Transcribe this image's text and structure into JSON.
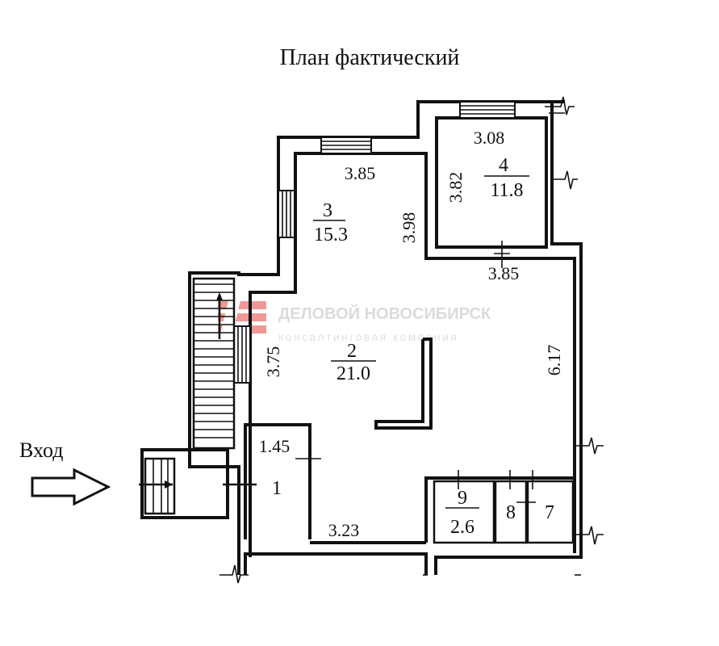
{
  "title": "План фактический",
  "entrance_label": "Вход",
  "watermark": {
    "line1": "ДЕЛОВОЙ НОВОСИБИРСК",
    "line2": "консалтинговая компания",
    "color": "#e2453f"
  },
  "rooms": [
    {
      "id": "1",
      "area": ""
    },
    {
      "id": "2",
      "area": "21.0"
    },
    {
      "id": "3",
      "area": "15.3"
    },
    {
      "id": "4",
      "area": "11.8"
    },
    {
      "id": "7",
      "area": ""
    },
    {
      "id": "8",
      "area": ""
    },
    {
      "id": "9",
      "area": "2.6"
    }
  ],
  "dimensions": {
    "room3_width": "3.85",
    "room3_depth": "3.98",
    "room4_width": "3.08",
    "room4_depth": "3.82",
    "room4_bottom": "3.85",
    "room2_height": "3.75",
    "right_length": "6.17",
    "room1_width": "1.45",
    "bottom_length": "3.23"
  }
}
